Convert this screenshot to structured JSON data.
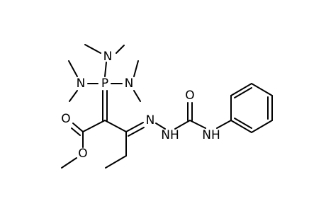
{
  "molecule": {
    "atom_labels": {
      "n_top": "N",
      "n_left": "N",
      "n_right": "N",
      "p": "P",
      "o_carbonyl": "O",
      "o_ester": "O",
      "n_hydrazone": "N",
      "nh_hydrazide": "NH",
      "o_urea": "O",
      "nh_anilide": "NH"
    },
    "colors": {
      "bond": "#000000",
      "background": "#ffffff"
    }
  }
}
